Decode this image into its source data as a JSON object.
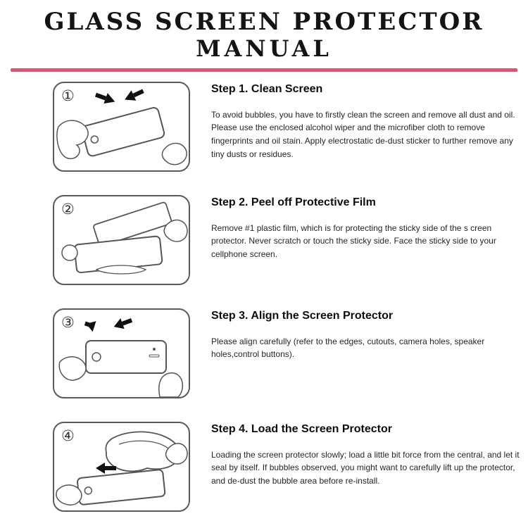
{
  "header": {
    "title_line1": "GLASS SCREEN PROTECTOR",
    "title_line2": "MANUAL",
    "divider_color": "#e94f68"
  },
  "steps": [
    {
      "badge": "①",
      "heading": "Step 1. Clean Screen",
      "body": "To avoid bubbles, you have to firstly clean the screen and remove all dust and oil. Please use the enclosed alcohol wiper and the microfiber cloth to remove fingerprints and oil stain. Apply electrostatic de-dust sticker to further remove any tiny dusts or residues."
    },
    {
      "badge": "②",
      "heading": "Step 2. Peel off Protective Film",
      "body": "Remove #1 plastic film, which is for protecting the sticky side of the s creen protector. Never scratch or touch the sticky side. Face the sticky side to your cellphone screen."
    },
    {
      "badge": "③",
      "heading": "Step 3. Align the Screen Protector",
      "body": "Please align carefully (refer to the edges, cutouts, camera holes, speaker holes,control buttons)."
    },
    {
      "badge": "④",
      "heading": "Step 4. Load the Screen Protector",
      "body": "Loading the screen protector slowly; load a little bit force from the central, and let it seal by itself. If bubbles observed, you might want to carefully lift up the protector, and de-dust the bubble area before re-install."
    }
  ]
}
